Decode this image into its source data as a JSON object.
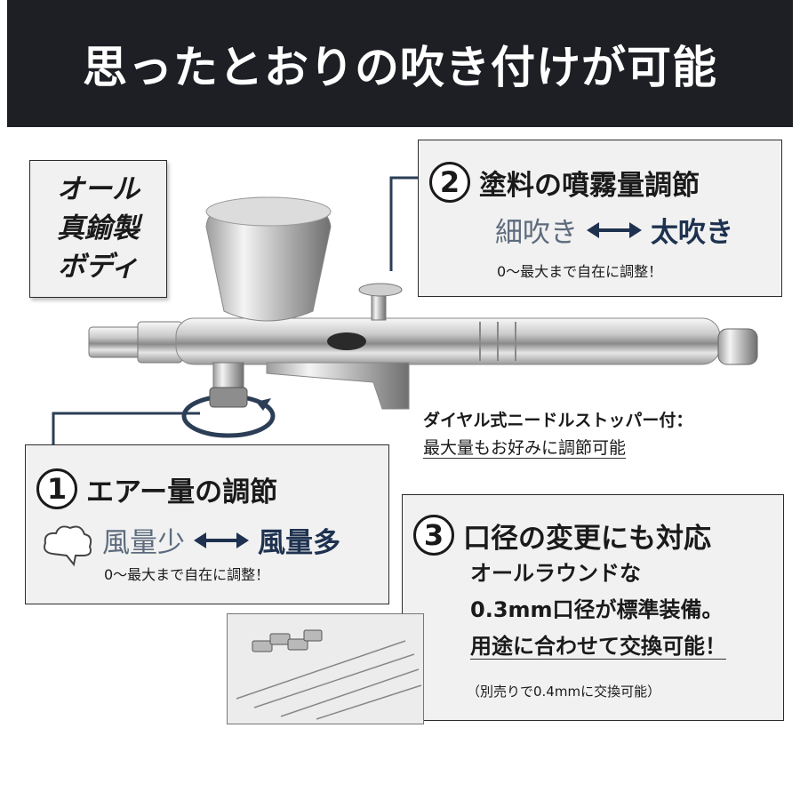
{
  "header": {
    "title": "思ったとおりの吹き付けが可能"
  },
  "brass_badge": {
    "lines": [
      "オール",
      "真鍮製",
      "ボディ"
    ]
  },
  "feature2": {
    "number": "2",
    "title": "塗料の噴霧量調節",
    "range_low": "細吹き",
    "range_high": "太吹き",
    "note": "0〜最大まで自在に調整！"
  },
  "stopper": {
    "line1": "ダイヤル式ニードルストッパー付：",
    "line2": "最大量もお好みに調節可能"
  },
  "feature1": {
    "number": "1",
    "title": "エアー量の調節",
    "range_low": "風量少",
    "range_high": "風量多",
    "note": "0〜最大まで自在に調整！"
  },
  "feature3": {
    "number": "3",
    "title": "口径の変更にも対応",
    "body_line1": "オールラウンドな",
    "body_line2": "0.3mm口径が標準装備。",
    "body_line3": "用途に合わせて交換可能！",
    "note": "（別売りで0.4mmに交換可能）"
  },
  "colors": {
    "banner": "#1e1f25",
    "accent_navy": "#1e3250",
    "accent_gray": "#5d6b7d",
    "box_bg": "#f1f1f1"
  }
}
